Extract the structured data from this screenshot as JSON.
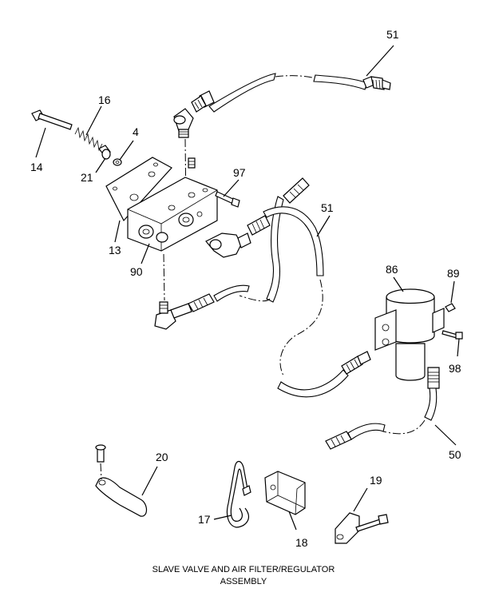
{
  "caption": {
    "line1": "SLAVE VALVE AND AIR FILTER/REGULATOR",
    "line2": "ASSEMBLY"
  },
  "callouts": {
    "c51_top": "51",
    "c16": "16",
    "c4": "4",
    "c14": "14",
    "c21": "21",
    "c97": "97",
    "c51_mid": "51",
    "c13": "13",
    "c90": "90",
    "c86": "86",
    "c89": "89",
    "c98": "98",
    "c50": "50",
    "c20": "20",
    "c19": "19",
    "c17": "17",
    "c18": "18"
  }
}
